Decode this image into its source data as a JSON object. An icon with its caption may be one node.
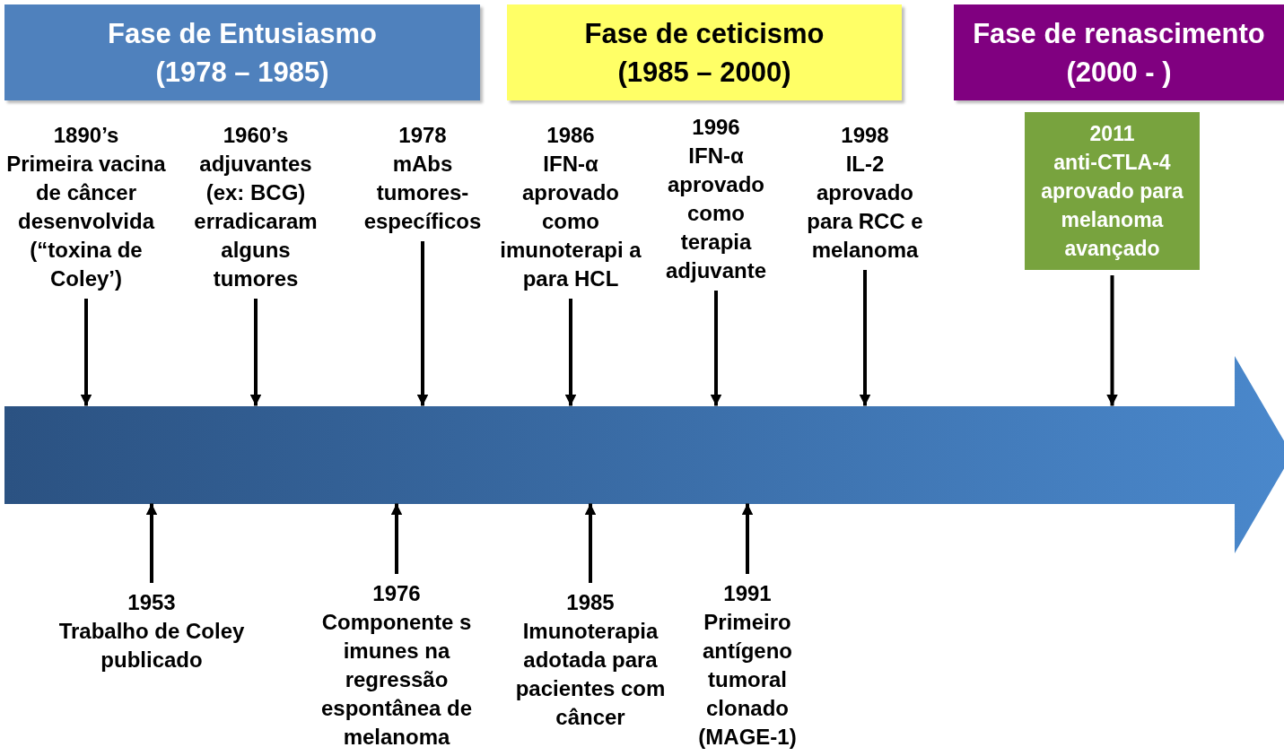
{
  "diagram": {
    "nodes": [
      {
        "text": [
          "Fase de Entusiasmo (1978 – 1985)"
        ]
      },
      {
        "text": [
          "Fase de ceticismo (1985 – 2000)"
        ]
      },
      {
        "text": [
          "Fase de renascimento (2000 - )"
        ]
      },
      {
        "text": [
          "1890’s",
          "Primeira vacina de câncer desenvolvida (“toxina de Coley’)"
        ]
      },
      {
        "text": [
          "1960’s",
          "adjuvantes (ex: BCG) erradicaram alguns tumores"
        ]
      },
      {
        "text": [
          "1978",
          "mAbs tumores-específicos"
        ]
      },
      {
        "text": [
          "1986",
          "IFN-α aprovado como imunoterapi a para HCL"
        ]
      },
      {
        "text": [
          "1996",
          "IFN-α aprovado como terapia adjuvante"
        ]
      },
      {
        "text": [
          "1998",
          "IL-2 aprovado para RCC e melanoma"
        ]
      },
      {
        "text": [
          "2011",
          "anti-CTLA-4 aprovado para melanoma avançado"
        ]
      },
      {
        "text": [],
        "shape": "arrow"
      },
      {
        "text": [
          "1953",
          "Trabalho de Coley publicado"
        ]
      },
      {
        "text": [
          "1976",
          "Componente s imunes na regressão espontânea de melanoma"
        ]
      },
      {
        "text": [
          "1985",
          "Imunoterapia adotada para pacientes com câncer"
        ]
      },
      {
        "text": [
          "1991",
          "Primeiro antígeno tumoral clonado (MAGE-1)"
        ]
      }
    ],
    "edges": [
      {
        "from": 3,
        "to": 10,
        "arrow": "to"
      },
      {
        "from": 4,
        "to": 10,
        "arrow": "to"
      },
      {
        "from": 5,
        "to": 10,
        "arrow": "to"
      },
      {
        "from": 6,
        "to": 10,
        "arrow": "to"
      },
      {
        "from": 7,
        "to": 10,
        "arrow": "to"
      },
      {
        "from": 8,
        "to": 10,
        "arrow": "to"
      },
      {
        "from": 9,
        "to": 10,
        "arrow": "to"
      },
      {
        "from": 11,
        "to": 10,
        "arrow": "to"
      },
      {
        "from": 12,
        "to": 10,
        "arrow": "to"
      },
      {
        "from": 13,
        "to": 10,
        "arrow": "to"
      },
      {
        "from": 14,
        "to": 10,
        "arrow": "to"
      }
    ]
  }
}
